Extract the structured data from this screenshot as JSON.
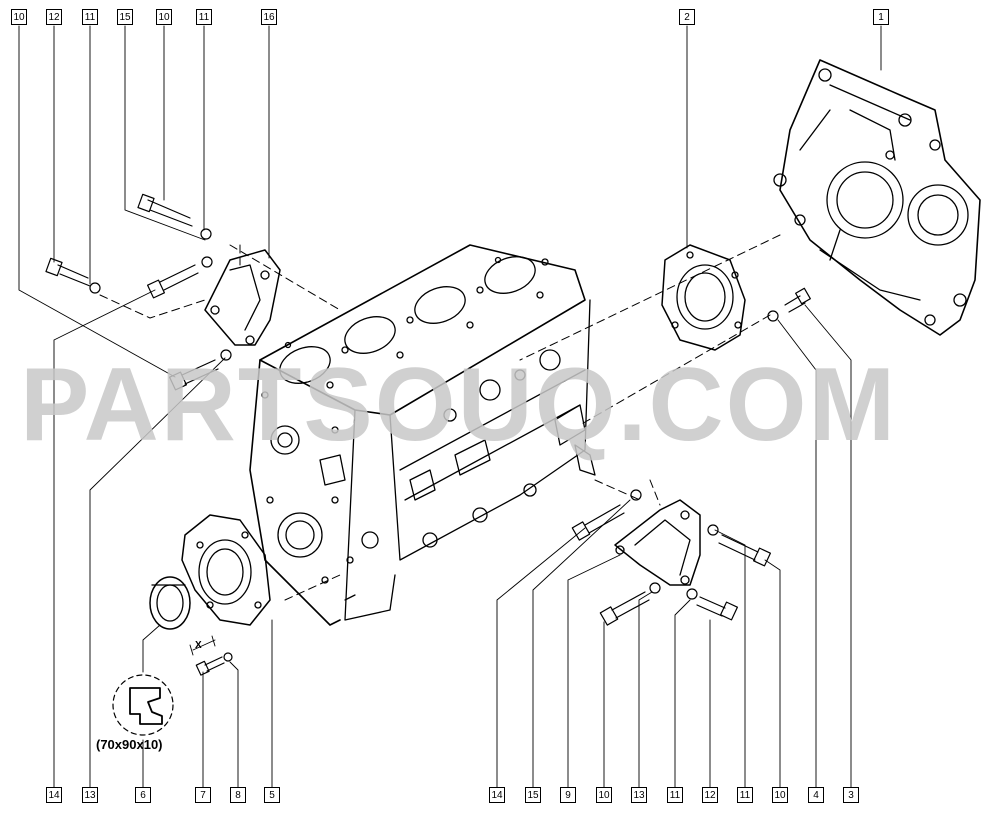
{
  "diagram": {
    "watermark": "PARTSOUQ.COM",
    "seal_dimension": "(70x90x10)",
    "seal_marker": "X"
  },
  "callouts_top": [
    "10",
    "12",
    "11",
    "15",
    "10",
    "11",
    "16",
    "2",
    "1"
  ],
  "callouts_bottom": [
    "14",
    "13",
    "6",
    "7",
    "8",
    "5",
    "14",
    "15",
    "9",
    "10",
    "13",
    "11",
    "12",
    "11",
    "10",
    "4",
    "3"
  ],
  "colors": {
    "line": "#000000",
    "watermark": "#c8c8c8",
    "background": "#ffffff"
  }
}
